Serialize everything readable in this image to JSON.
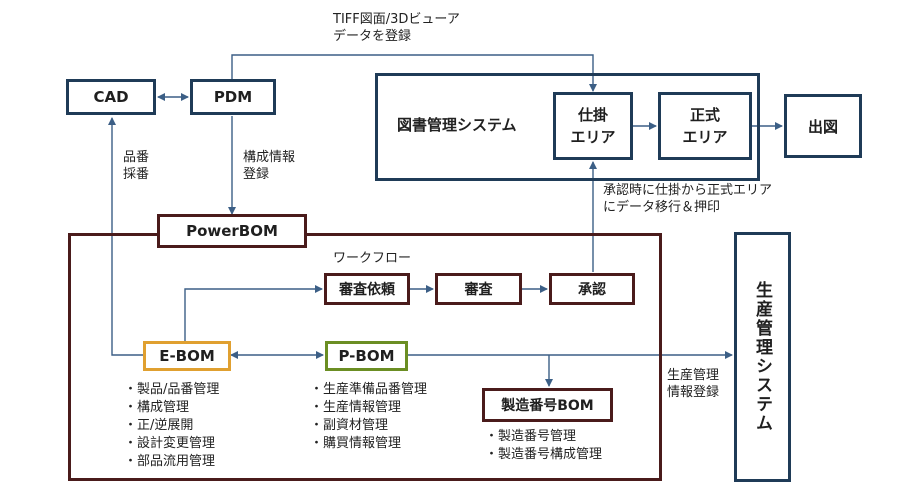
{
  "nodes": {
    "cad": "CAD",
    "pdm": "PDM",
    "doc_system": "図書管理システム",
    "wip_area": "仕掛\nエリア",
    "official_area": "正式\nエリア",
    "output": "出図",
    "powerbom": "PowerBOM",
    "review_request": "審査依頼",
    "review": "審査",
    "approval": "承認",
    "ebom": "E-BOM",
    "pbom": "P-BOM",
    "mfg_bom": "製造番号BOM",
    "production_system": "生産管理システム"
  },
  "labels": {
    "tiff": "TIFF図面/3Dビューア\nデータを登録",
    "part_number": "品番\n採番",
    "config_register": "構成情報\n登録",
    "approval_note": "承認時に仕掛から正式エリア\nにデータ移行＆押印",
    "workflow": "ワークフロー",
    "prod_info": "生産管理\n情報登録"
  },
  "lists": {
    "ebom": [
      "製品/品番管理",
      "構成管理",
      "正/逆展開",
      "設計変更管理",
      "部品流用管理"
    ],
    "pbom": [
      "生産準備品番管理",
      "生産情報管理",
      "副資材管理",
      "購買情報管理"
    ],
    "mfg": [
      "製造番号管理",
      "製造番号構成管理"
    ]
  },
  "colors": {
    "navy": "#1f3b57",
    "maroon": "#4a1b1b",
    "gold": "#e0a030",
    "green": "#6b8e23",
    "arrow": "#3c5f86"
  }
}
